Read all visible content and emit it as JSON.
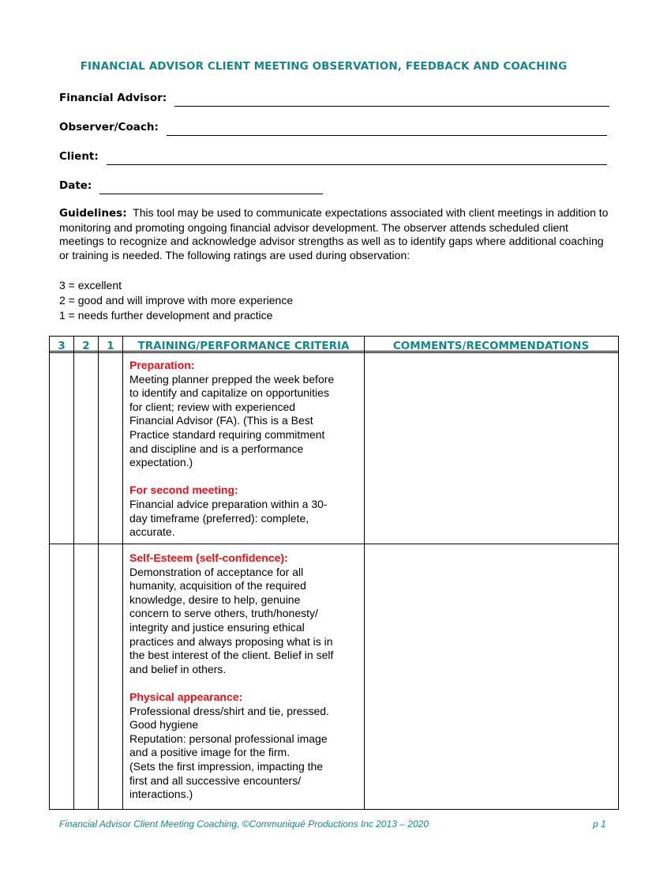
{
  "title": "FINANCIAL ADVISOR CLIENT MEETING OBSERVATION, FEEDBACK AND COACHING",
  "fields": [
    {
      "label": "Financial Advisor:"
    },
    {
      "label": "Observer/Coach:"
    },
    {
      "label": "Client:"
    },
    {
      "label": "Date:"
    }
  ],
  "guidelines": {
    "label": "Guidelines:",
    "text": "This tool may be used to communicate expectations associated with client meetings in addition to monitoring and promoting ongoing financial advisor development.  The observer attends scheduled client meetings to recognize and acknowledge advisor strengths as well as to identify gaps where additional coaching or training is needed.  The following ratings are used during observation:"
  },
  "ratings": [
    "3 = excellent",
    "2 = good and will improve with more experience",
    "1 = needs further development and practice"
  ],
  "table": {
    "headers": {
      "col3": "3",
      "col2": "2",
      "col1": "1",
      "criteria": "TRAINING/PERFORMANCE CRITERIA",
      "comments": "COMMENTS/RECOMMENDATIONS"
    },
    "rows": [
      {
        "blocks": [
          {
            "title": "Preparation:",
            "lines": [
              "Meeting planner prepped the week before",
              "to identify and capitalize on opportunities",
              "for client; review with experienced",
              "Financial Advisor (FA).  (This is a Best",
              "Practice standard requiring commitment",
              "and discipline and is a performance",
              "expectation.)"
            ]
          },
          {
            "title": "For second meeting:",
            "lines": [
              "Financial advice preparation within a 30-",
              "day timeframe (preferred):  complete,",
              "accurate."
            ]
          }
        ]
      },
      {
        "blocks": [
          {
            "title": "Self-Esteem (self-confidence):",
            "lines": [
              "Demonstration of acceptance for all",
              "humanity, acquisition of the required",
              "knowledge, desire to help, genuine",
              "concern to serve others, truth/honesty/",
              "integrity and justice ensuring ethical",
              "practices and always proposing what is in",
              "the best interest of the client.  Belief in self",
              "and belief in others."
            ]
          },
          {
            "title": "Physical appearance:",
            "lines": [
              "Professional dress/shirt and tie, pressed.",
              "Good hygiene",
              "Reputation:  personal professional image",
              "and a positive image for the firm.",
              "(Sets the first impression, impacting the",
              "first and all successive encounters/",
              "interactions.)"
            ]
          }
        ]
      }
    ]
  },
  "footer": {
    "left": "Financial Advisor Client Meeting Coaching, ©Communiqué Productions Inc 2013 – 2020",
    "right": "p 1"
  }
}
